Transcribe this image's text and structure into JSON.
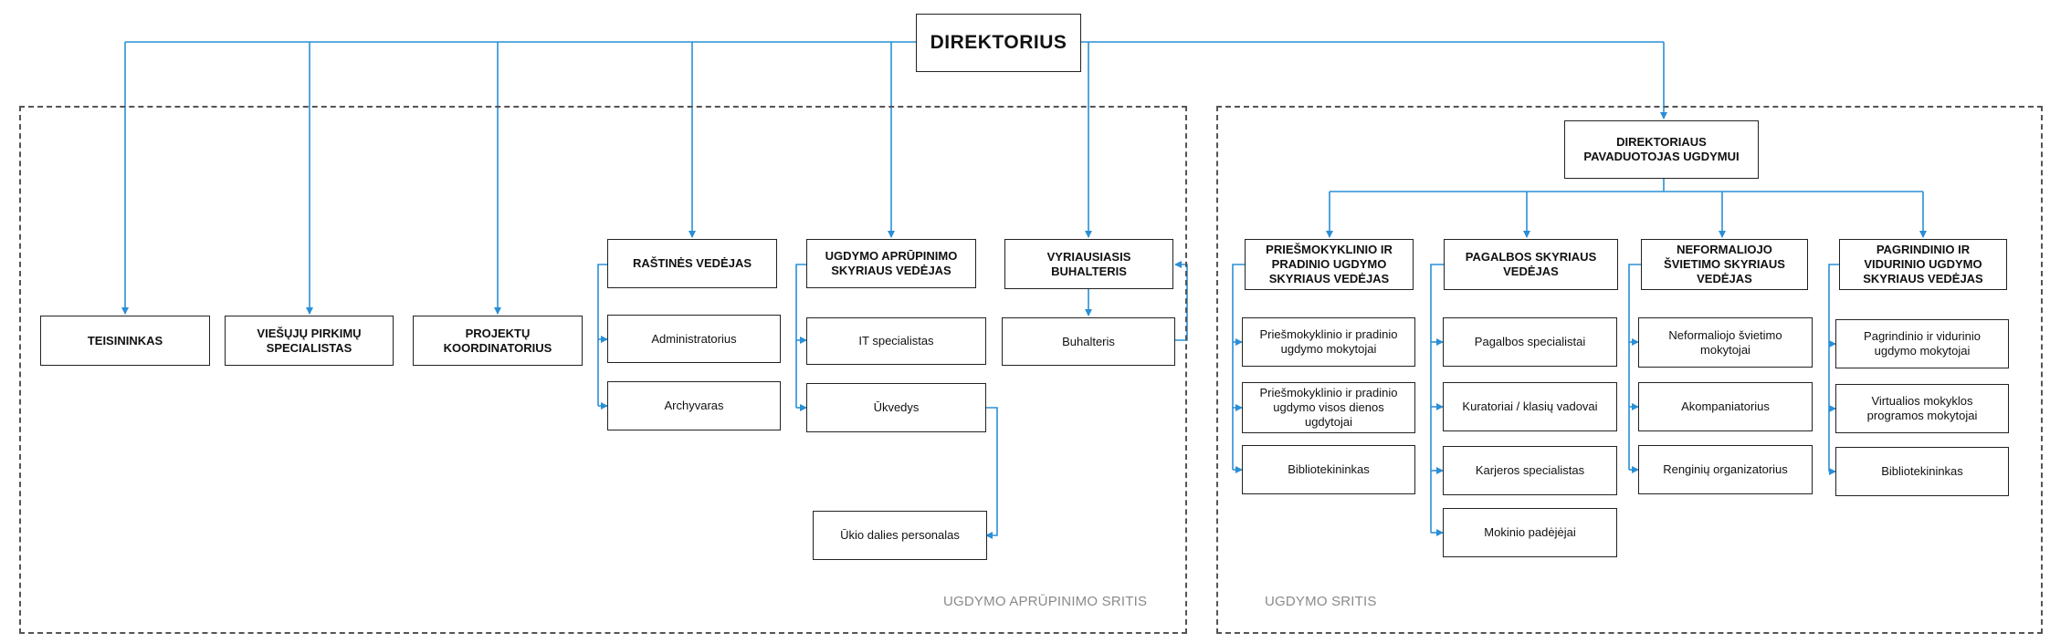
{
  "nodes": {
    "director": "DIREKTORIUS",
    "lawyer": "TEISININKAS",
    "procurement": "VIEŠŲJŲ PIRKIMŲ SPECIALISTAS",
    "project_coordinator": "PROJEKTŲ KOORDINATORIUS",
    "office_manager": "RAŠTINĖS VEDĖJAS",
    "administrator": "Administratorius",
    "archivist": "Archyvaras",
    "supply_head": "UGDYMO APRŪPINIMO SKYRIAUS VEDĖJAS",
    "it_specialist": "IT specialistas",
    "housekeeper": "Ūkvedys",
    "maintenance_staff": "Ūkio dalies personalas",
    "chief_accountant": "VYRIAUSIASIS BUHALTERIS",
    "accountant": "Buhalteris",
    "deputy": "DIREKTORIAUS PAVADUOTOJAS UGDYMUI",
    "preschool_head": "PRIEŠMOKYKLINIO IR PRADINIO UGDYMO SKYRIAUS VEDĖJAS",
    "preschool_teachers": "Priešmokyklinio ir pradinio ugdymo mokytojai",
    "allday_educators": "Priešmokyklinio ir pradinio ugdymo visos dienos ugdytojai",
    "librarian_1": "Bibliotekininkas",
    "support_head": "PAGALBOS SKYRIAUS VEDĖJAS",
    "support_specialists": "Pagalbos specialistai",
    "curators": "Kuratoriai / klasių vadovai",
    "career_specialists": "Karjeros specialistas",
    "student_assistants": "Mokinio padėjėjai",
    "nonformal_head": "NEFORMALIOJO ŠVIETIMO SKYRIAUS VEDĖJAS",
    "nonformal_teachers": "Neformaliojo švietimo mokytojai",
    "accompanist": "Akompaniatorius",
    "event_organizer": "Renginių organizatorius",
    "secondary_head": "PAGRINDINIO IR VIDURINIO UGDYMO SKYRIAUS VEDĖJAS",
    "secondary_teachers": "Pagrindinio ir vidurinio ugdymo mokytojai",
    "virtual_school_teachers": "Virtualios mokyklos programos mokytojai",
    "librarian_2": "Bibliotekininkas"
  },
  "areas": {
    "left_label": "UGDYMO APRŪPINIMO SRITIS",
    "right_label": "UGDYMO SRITIS"
  },
  "colors": {
    "connector": "#2a8fd6",
    "box_border": "#222222",
    "area_border": "#555555",
    "area_label": "#8a8a8a"
  }
}
